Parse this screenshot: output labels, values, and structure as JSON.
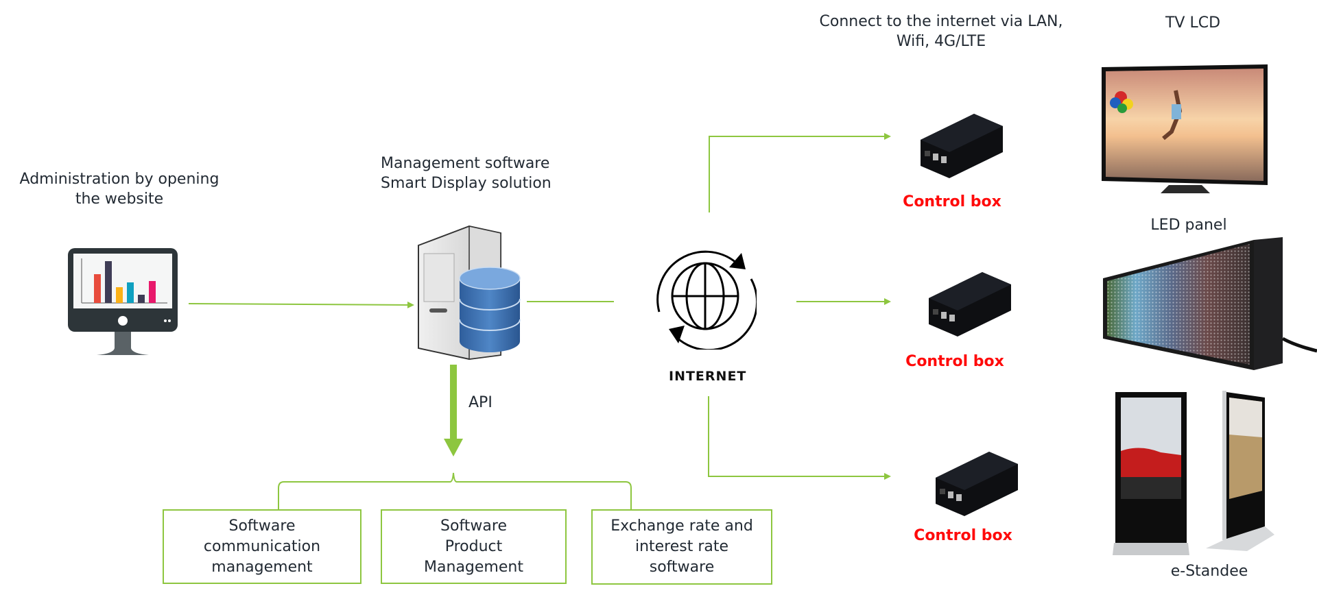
{
  "admin": {
    "label_line1": "Administration by opening",
    "label_line2": "the website",
    "icon": "monitor-chart-icon"
  },
  "server": {
    "label_line1": "Management software",
    "label_line2": "Smart Display solution",
    "icon": "server-database-icon"
  },
  "api": {
    "label": "API"
  },
  "internet": {
    "label": "INTERNET",
    "icon": "globe-sync-icon"
  },
  "connectivity": {
    "label_line1": "Connect to the internet via LAN,",
    "label_line2": "Wifi, 4G/LTE"
  },
  "control_boxes": [
    {
      "label": "Control box"
    },
    {
      "label": "Control box"
    },
    {
      "label": "Control box"
    }
  ],
  "displays": [
    {
      "label": "TV LCD",
      "icon": "tv-lcd-icon"
    },
    {
      "label": "LED panel",
      "icon": "led-panel-icon"
    },
    {
      "label": "e-Standee",
      "icon": "e-standee-icon"
    }
  ],
  "modules": [
    {
      "lines": [
        "Software",
        "communication",
        "management"
      ]
    },
    {
      "lines": [
        "Software",
        "Product",
        "Management"
      ]
    },
    {
      "lines": [
        "Exchange rate and",
        "interest rate",
        "software"
      ]
    }
  ],
  "colors": {
    "connector": "#8dc63f",
    "control_box_label": "#ff0a0a"
  }
}
